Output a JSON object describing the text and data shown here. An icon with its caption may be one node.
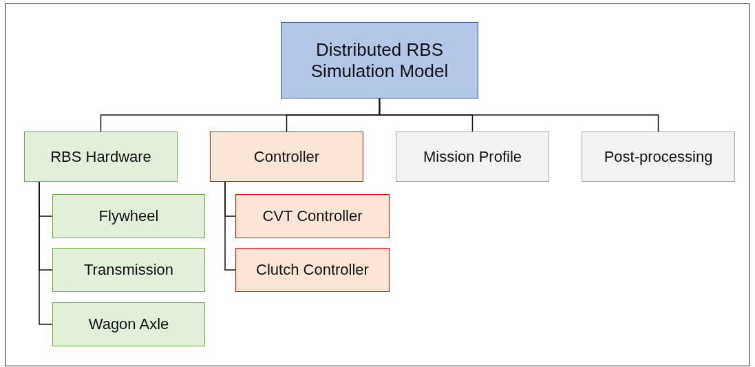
{
  "diagram": {
    "nodes": [
      {
        "text": [
          "Distributed RBS Simulation Model"
        ]
      },
      {
        "text": [
          "RBS Hardware"
        ]
      },
      {
        "text": [
          "Flywheel"
        ]
      },
      {
        "text": [
          "Transmission"
        ]
      },
      {
        "text": [
          "Wagon Axle"
        ]
      },
      {
        "text": [
          "Controller"
        ]
      },
      {
        "text": [
          "CVT Controller"
        ]
      },
      {
        "text": [
          "Clutch Controller"
        ]
      },
      {
        "text": [
          "Mission Profile"
        ]
      },
      {
        "text": [
          "Post-processing"
        ]
      }
    ],
    "edges": [
      {
        "from": 0,
        "to": 1,
        "arrow": "none"
      },
      {
        "from": 0,
        "to": 5,
        "arrow": "none"
      },
      {
        "from": 0,
        "to": 8,
        "arrow": "none"
      },
      {
        "from": 0,
        "to": 9,
        "arrow": "none"
      },
      {
        "from": 1,
        "to": 2,
        "arrow": "none"
      },
      {
        "from": 1,
        "to": 3,
        "arrow": "none"
      },
      {
        "from": 1,
        "to": 4,
        "arrow": "none"
      },
      {
        "from": 5,
        "to": 6,
        "arrow": "none"
      },
      {
        "from": 5,
        "to": 7,
        "arrow": "none"
      }
    ]
  }
}
